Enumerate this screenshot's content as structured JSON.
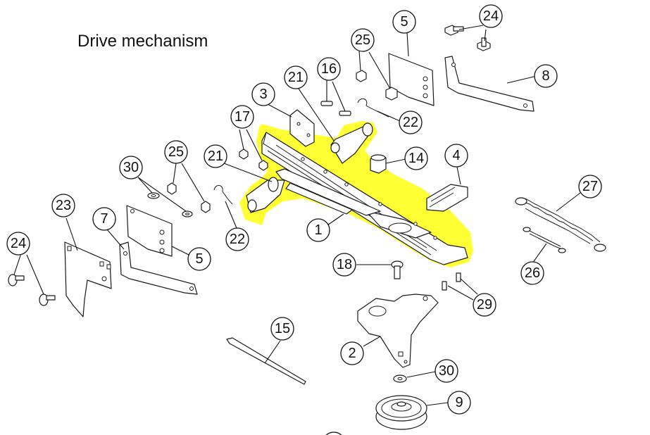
{
  "title": "Drive mechanism",
  "highlight_color": "#ffff33",
  "callouts": [
    {
      "id": "c24a",
      "label": "24"
    },
    {
      "id": "c5a",
      "label": "5"
    },
    {
      "id": "c25a",
      "label": "25"
    },
    {
      "id": "c16",
      "label": "16"
    },
    {
      "id": "c21a",
      "label": "21"
    },
    {
      "id": "c3",
      "label": "3"
    },
    {
      "id": "c8",
      "label": "8"
    },
    {
      "id": "c22a",
      "label": "22"
    },
    {
      "id": "c17",
      "label": "17"
    },
    {
      "id": "c14",
      "label": "14"
    },
    {
      "id": "c4",
      "label": "4"
    },
    {
      "id": "c30a",
      "label": "30"
    },
    {
      "id": "c25b",
      "label": "25"
    },
    {
      "id": "c21b",
      "label": "21"
    },
    {
      "id": "c27",
      "label": "27"
    },
    {
      "id": "c23",
      "label": "23"
    },
    {
      "id": "c7",
      "label": "7"
    },
    {
      "id": "c1",
      "label": "1"
    },
    {
      "id": "c22b",
      "label": "22"
    },
    {
      "id": "c24b",
      "label": "24"
    },
    {
      "id": "c5b",
      "label": "5"
    },
    {
      "id": "c18",
      "label": "18"
    },
    {
      "id": "c26",
      "label": "26"
    },
    {
      "id": "c29",
      "label": "29"
    },
    {
      "id": "c15",
      "label": "15"
    },
    {
      "id": "c2",
      "label": "2"
    },
    {
      "id": "c30b",
      "label": "30"
    },
    {
      "id": "c9",
      "label": "9"
    }
  ]
}
